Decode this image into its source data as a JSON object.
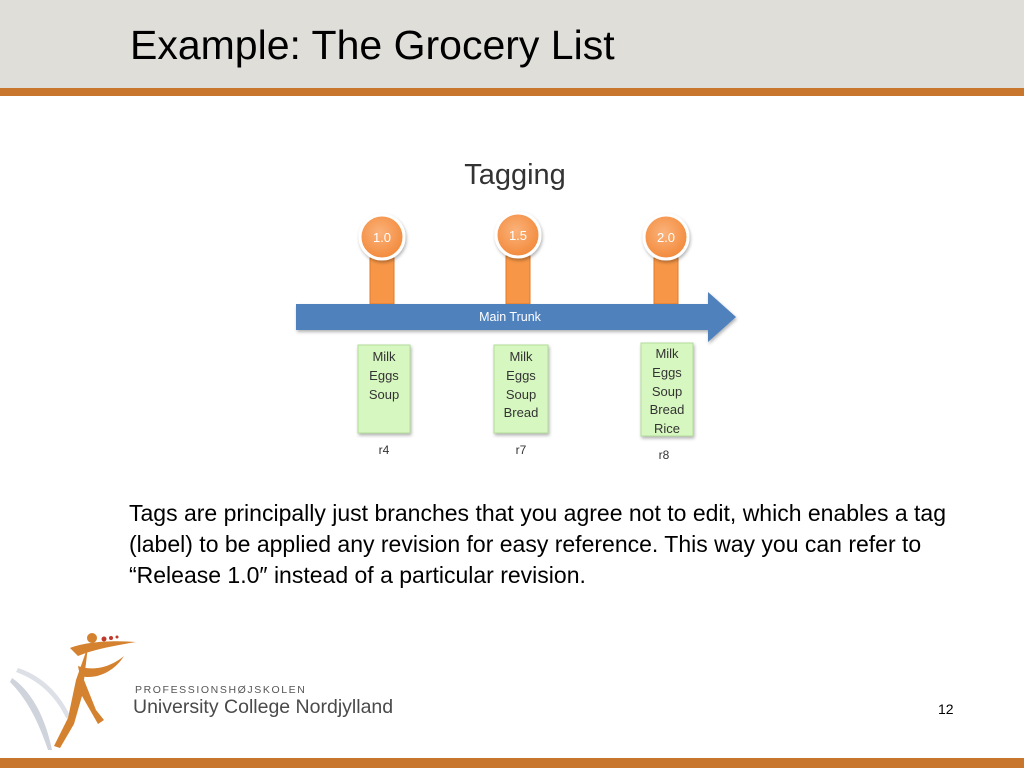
{
  "slide": {
    "title": "Example: The Grocery List",
    "body": "Tags are principally just branches that you agree not to edit, which enables a tag (label) to be applied any revision for easy reference. This way you can refer to “Release 1.0″ instead of a particular revision.",
    "page_number": "12"
  },
  "diagram": {
    "title": "Tagging",
    "trunk_label": "Main Trunk",
    "tags": [
      {
        "label": "1.0",
        "revision": "r4",
        "items": [
          "Milk",
          "Eggs",
          "Soup"
        ]
      },
      {
        "label": "1.5",
        "revision": "r7",
        "items": [
          "Milk",
          "Eggs",
          "Soup",
          "Bread"
        ]
      },
      {
        "label": "2.0",
        "revision": "r8",
        "items": [
          "Milk",
          "Eggs",
          "Soup",
          "Bread",
          "Rice"
        ]
      }
    ],
    "colors": {
      "tag_fill": "#f79646",
      "trunk_fill": "#4f81bd",
      "list_fill": "#d7f7c0",
      "accent_rule": "#c8762e"
    }
  },
  "logo": {
    "line1": "PROFESSIONSHØJSKOLEN",
    "line2": "University College Nordjylland",
    "icon": "dancing-figure-logo-icon"
  }
}
